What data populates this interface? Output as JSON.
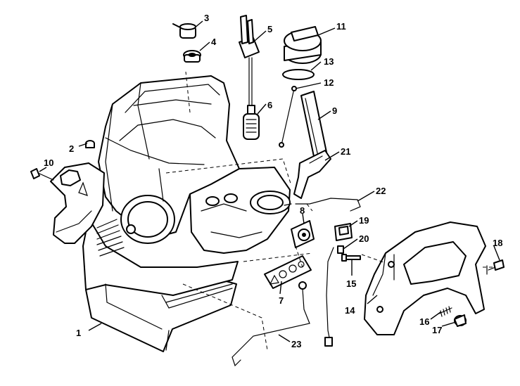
{
  "callouts": [
    {
      "label": "1"
    },
    {
      "label": "2"
    },
    {
      "label": "3"
    },
    {
      "label": "4"
    },
    {
      "label": "5"
    },
    {
      "label": "6"
    },
    {
      "label": "7"
    },
    {
      "label": "8"
    },
    {
      "label": "9"
    },
    {
      "label": "10"
    },
    {
      "label": "11"
    },
    {
      "label": "12"
    },
    {
      "label": "13"
    },
    {
      "label": "14"
    },
    {
      "label": "15"
    },
    {
      "label": "16"
    },
    {
      "label": "17"
    },
    {
      "label": "18"
    },
    {
      "label": "19"
    },
    {
      "label": "20"
    },
    {
      "label": "21"
    },
    {
      "label": "22"
    },
    {
      "label": "23"
    }
  ],
  "colors": {
    "line": "#000000",
    "background": "#ffffff"
  }
}
